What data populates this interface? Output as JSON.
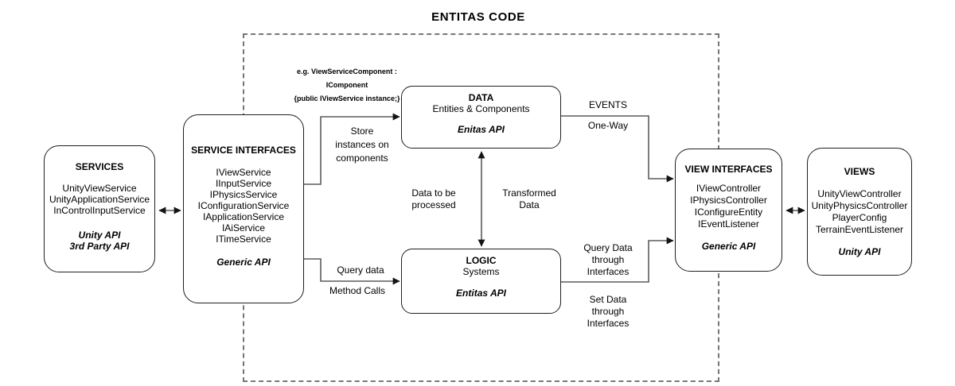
{
  "title": "ENTITAS CODE",
  "colors": {
    "box_border": "#1f1f1f",
    "wire": "#5c5c5c",
    "arrowhead": "#141414",
    "dashed_boundary": "#767676",
    "text": "#000000",
    "background": "#ffffff"
  },
  "boxes": {
    "services": {
      "title": "SERVICES",
      "items": [
        "UnityViewService",
        "UnityApplicationService",
        "InControlInputService"
      ],
      "api": [
        "Unity API",
        "3rd Party API"
      ]
    },
    "service_interfaces": {
      "title": "SERVICE INTERFACES",
      "items": [
        "IViewService",
        "IInputService",
        "IPhysicsService",
        "IConfigurationService",
        "IApplicationService",
        "IAiService",
        "ITimeService"
      ],
      "api": [
        "Generic API"
      ]
    },
    "data": {
      "title": "DATA",
      "subtitle": "Entities & Components",
      "api": [
        "Enitas API"
      ]
    },
    "logic": {
      "title": "LOGIC",
      "subtitle": "Systems",
      "api": [
        "Entitas API"
      ]
    },
    "view_interfaces": {
      "title": "VIEW INTERFACES",
      "items": [
        "IViewController",
        "IPhysicsController",
        "IConfigureEntity",
        "IEventListener"
      ],
      "api": [
        "Generic API"
      ]
    },
    "views": {
      "title": "VIEWS",
      "items": [
        "UnityViewController",
        "UnityPhysicsController",
        "PlayerConfig",
        "TerrainEventListener"
      ],
      "api": [
        "Unity API"
      ]
    }
  },
  "labels": {
    "code_note": [
      "e.g. ViewServiceComponent :",
      "IComponent",
      "{public IViewService instance;}"
    ],
    "store_instances": [
      "Store",
      "instances on",
      "components"
    ],
    "query_data": "Query data",
    "method_calls": "Method Calls",
    "data_to_be_processed": [
      "Data to be",
      "processed"
    ],
    "transformed_data": [
      "Transformed",
      "Data"
    ],
    "events": "EVENTS",
    "one_way": "One-Way",
    "query_data_through": [
      "Query Data",
      "through",
      "Interfaces"
    ],
    "set_data_through": [
      "Set Data",
      "through",
      "Interfaces"
    ]
  }
}
